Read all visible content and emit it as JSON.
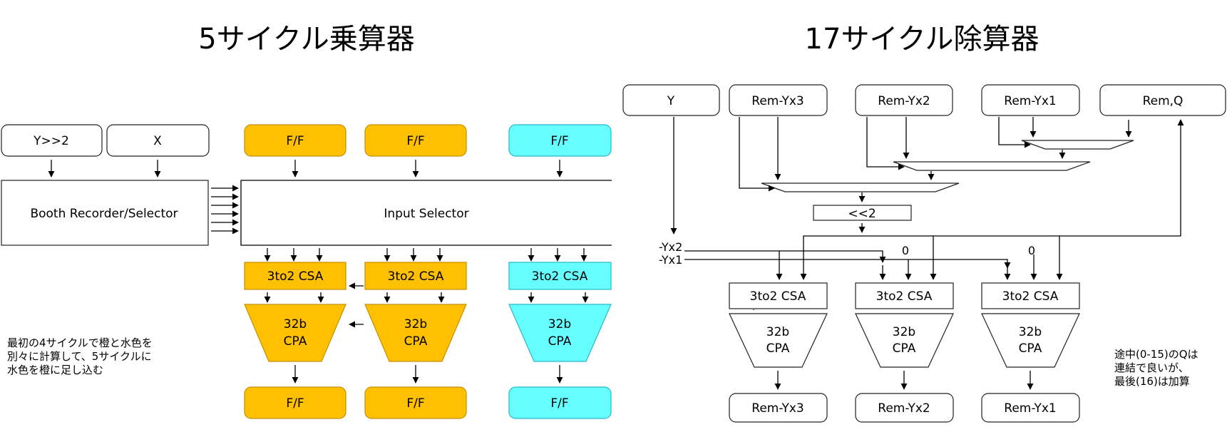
{
  "multiplier": {
    "title": "5サイクル乗算器",
    "inputs": [
      "Y>>2",
      "X"
    ],
    "booth_label": "Booth Recorder/Selector",
    "ff_label": "F/F",
    "input_selector_label": "Input Selector",
    "csa_label": "3to2 CSA",
    "cpa_line1": "32b",
    "cpa_line2": "CPA",
    "note_lines": [
      "最初の4サイクルで橙と水色を",
      "別々に計算して、5サイクルに",
      "水色を橙に足し込む"
    ],
    "colors": {
      "orange": "#ffc000",
      "cyan": "#66ffff"
    }
  },
  "divider": {
    "title": "17サイクル除算器",
    "top_inputs": [
      "Y",
      "Rem-Yx3",
      "Rem-Yx2",
      "Rem-Yx1",
      "Rem,Q"
    ],
    "shift_label": "<<2",
    "y_taps": [
      "-Yx2",
      "-Yx1"
    ],
    "zero_labels": [
      "0",
      "0"
    ],
    "csa_label": "3to2 CSA",
    "cpa_line1": "32b",
    "cpa_line2": "CPA",
    "outputs": [
      "Rem-Yx3",
      "Rem-Yx2",
      "Rem-Yx1"
    ],
    "note_lines": [
      "途中(0-15)のQは",
      "連結で良いが、",
      "最後(16)は加算"
    ]
  }
}
